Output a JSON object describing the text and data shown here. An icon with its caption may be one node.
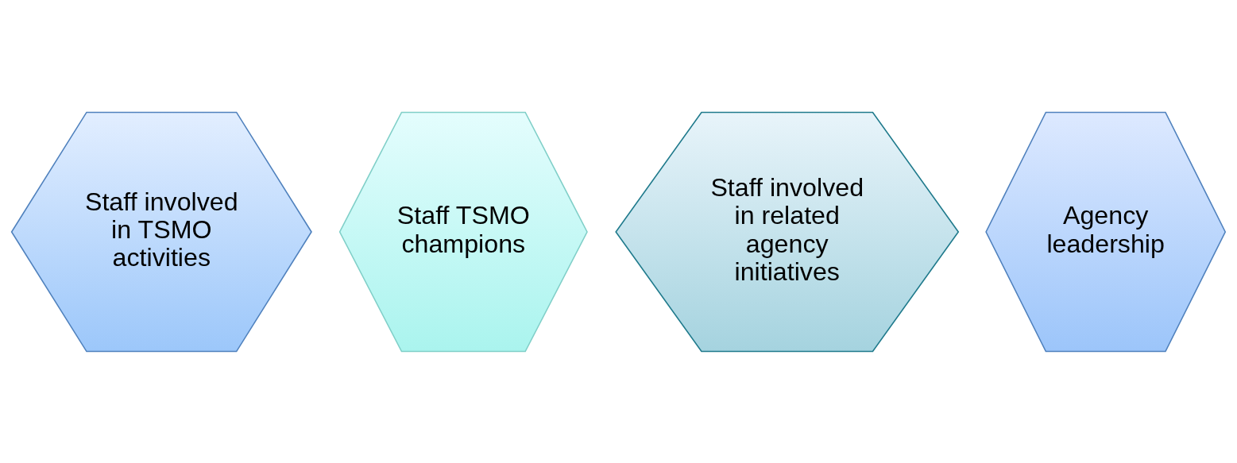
{
  "diagram": {
    "nodes": [
      {
        "text": [
          "Staff involved in TSMO activities"
        ]
      },
      {
        "text": [
          "Staff TSMO champions"
        ]
      },
      {
        "text": [
          "Staff involved in related agency initiatives"
        ]
      },
      {
        "text": [
          "Agency leadership"
        ]
      }
    ]
  }
}
